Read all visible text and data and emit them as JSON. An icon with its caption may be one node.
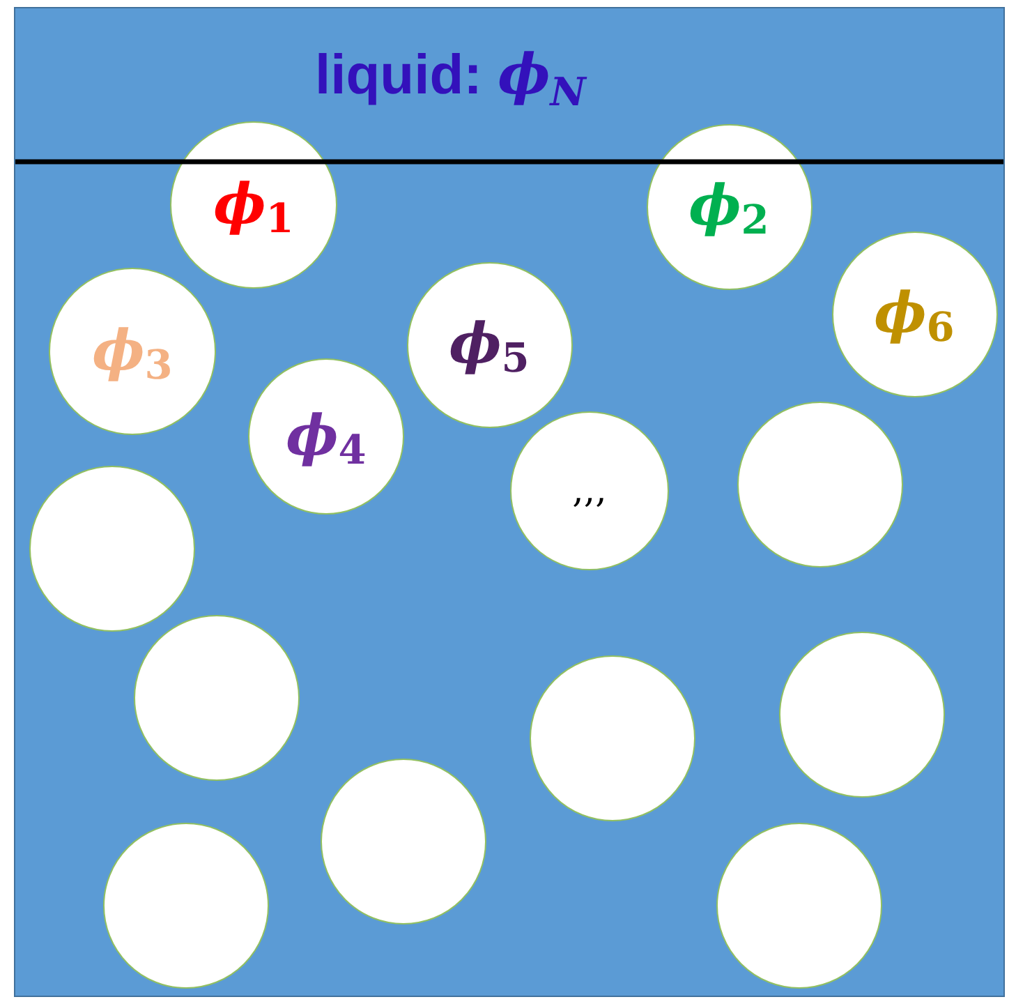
{
  "diagram": {
    "nodes": [
      {
        "text": [
          "liquid: *ϕ*$_{N}$"
        ]
      },
      {
        "text": [
          "*ϕ*$_{1}$"
        ],
        "in": 0
      },
      {
        "text": [
          "*ϕ*$_{2}$"
        ],
        "in": 0
      },
      {
        "text": [
          "*ϕ*$_{3}$"
        ],
        "in": 0
      },
      {
        "text": [
          "*ϕ*$_{4}$"
        ],
        "in": 0
      },
      {
        "text": [
          "*ϕ*$_{5}$"
        ],
        "in": 0
      },
      {
        "text": [
          "*ϕ*$_{6}$"
        ],
        "in": 0
      },
      {
        "text": [
          ",,,"
        ],
        "in": 0
      },
      {
        "text": [],
        "shape": "circle",
        "in": 0
      },
      {
        "text": [],
        "shape": "circle",
        "in": 0
      },
      {
        "text": [],
        "shape": "circle",
        "in": 0
      },
      {
        "text": [],
        "shape": "circle",
        "in": 0
      },
      {
        "text": [],
        "shape": "circle",
        "in": 0
      },
      {
        "text": [],
        "shape": "circle",
        "in": 0
      },
      {
        "text": [],
        "shape": "circle",
        "in": 0
      },
      {
        "text": [],
        "shape": "circle",
        "in": 0
      }
    ]
  }
}
